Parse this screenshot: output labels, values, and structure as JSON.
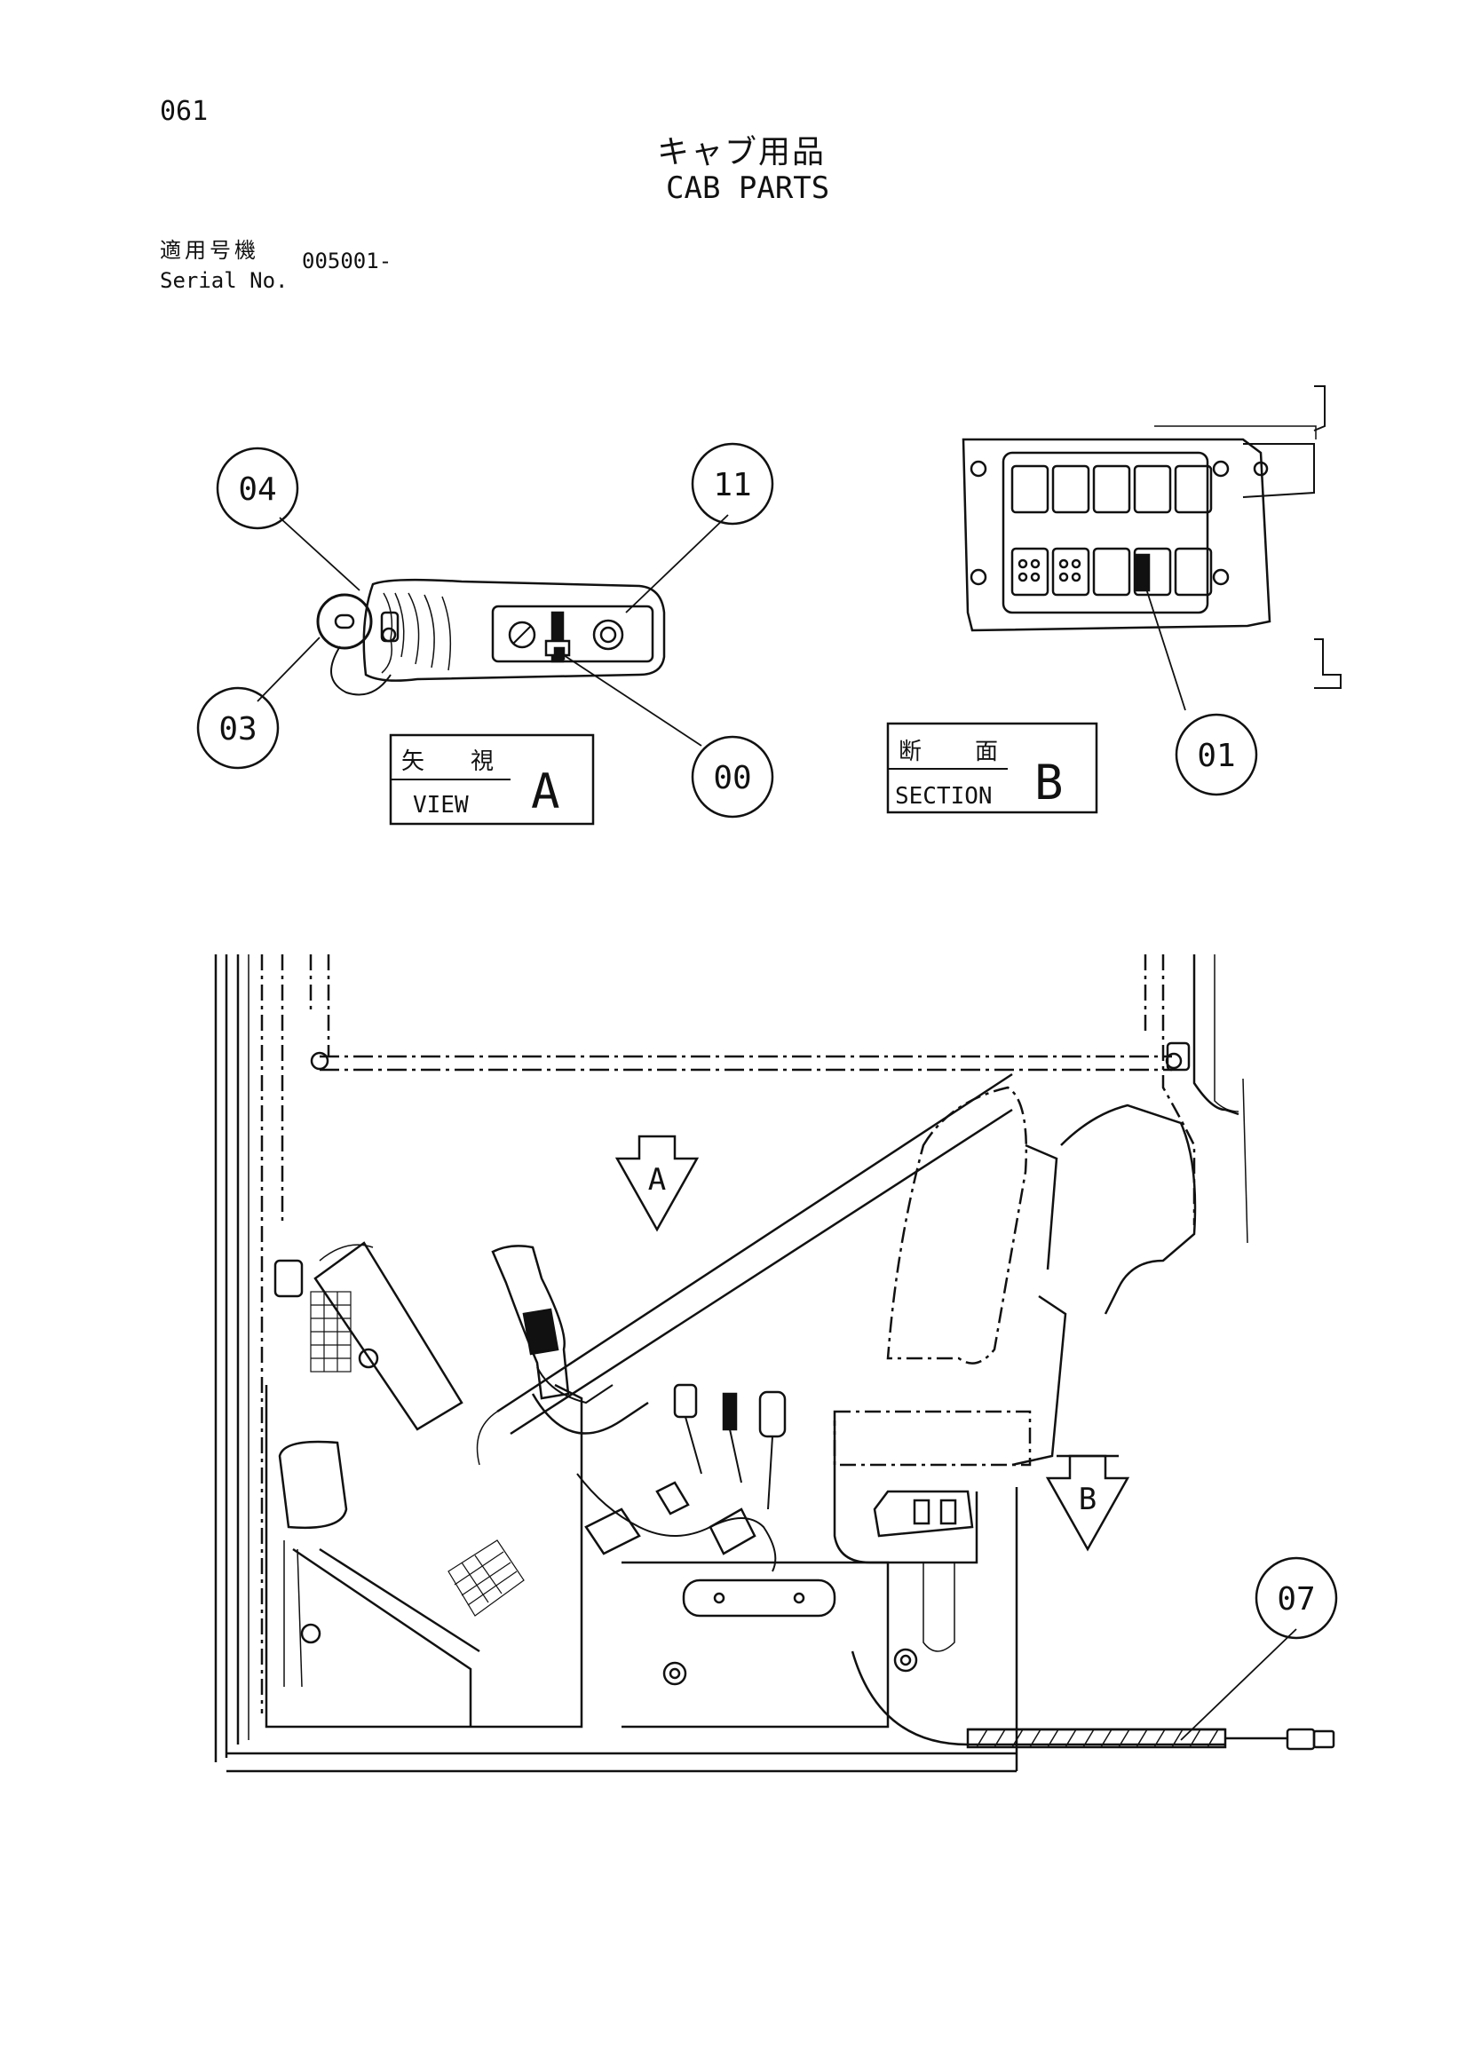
{
  "header": {
    "page_number": "061",
    "title_jp": "キャブ用品",
    "title_en": "CAB PARTS",
    "serial_label_jp": "適用号機",
    "serial_label_en": "Serial No.",
    "serial_value": "005001-"
  },
  "callouts": [
    {
      "id": "04",
      "text": "04"
    },
    {
      "id": "11",
      "text": "11"
    },
    {
      "id": "03",
      "text": "03"
    },
    {
      "id": "00",
      "text": "00"
    },
    {
      "id": "01",
      "text": "01"
    },
    {
      "id": "07",
      "text": "07"
    }
  ],
  "view_label": {
    "jp_left": "矢",
    "jp_right": "視",
    "en": "VIEW",
    "letter": "A"
  },
  "section_label": {
    "jp_left": "断",
    "jp_right": "面",
    "en": "SECTION",
    "letter": "B"
  },
  "arrows": {
    "a": "A",
    "b": "B"
  }
}
